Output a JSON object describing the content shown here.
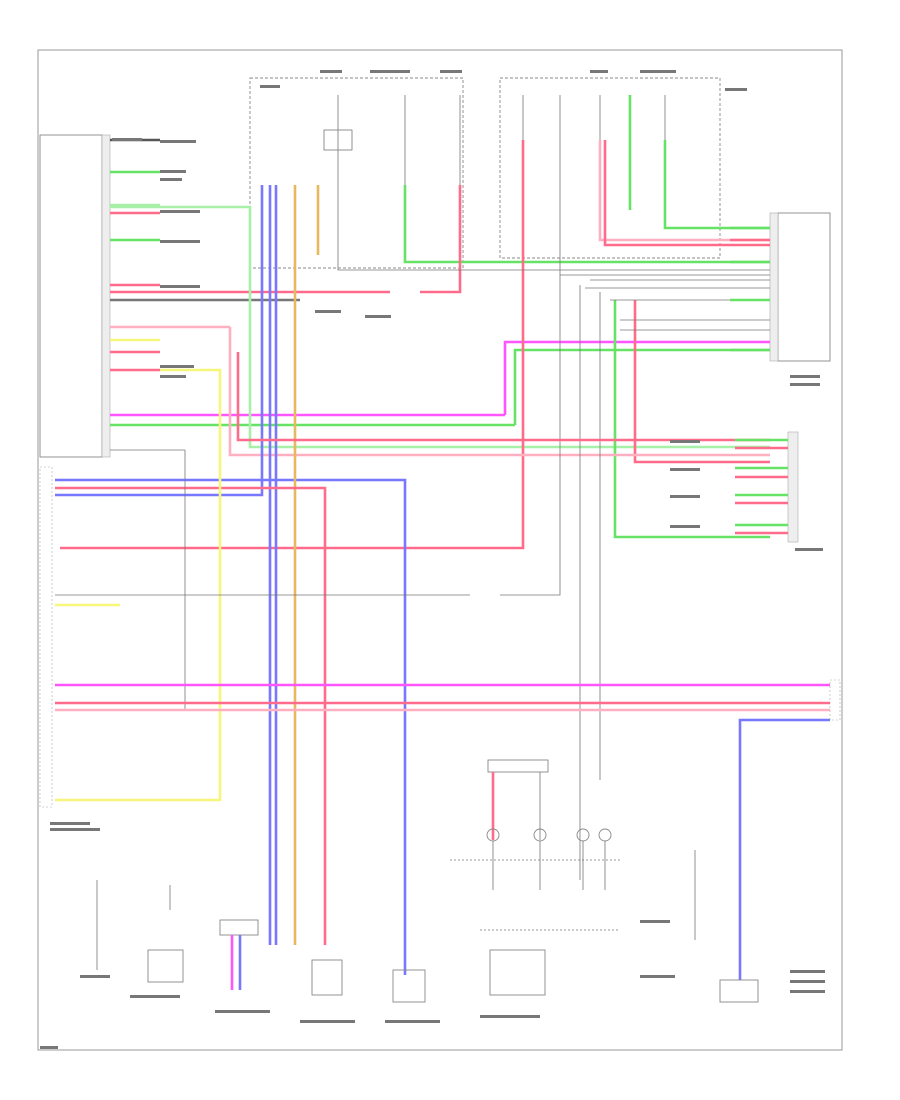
{
  "diagram": {
    "footer_code": "",
    "connectors_title": "",
    "colors": {
      "red": "#ff6b8a",
      "pink": "#ffb0c0",
      "green": "#66e266",
      "lightgreen": "#a8f0a8",
      "blue": "#7777ff",
      "magenta": "#ff55ff",
      "orange": "#e8b860",
      "yellow": "#f6f67a",
      "gray": "#999999",
      "dark": "#555555"
    },
    "components": [
      {
        "id": "left-module-top",
        "label": ""
      },
      {
        "id": "junction-top-left",
        "label": ""
      },
      {
        "id": "fuse-block-top",
        "label": ""
      },
      {
        "id": "fuse-block-top-right",
        "label": ""
      },
      {
        "id": "right-module",
        "label": ""
      },
      {
        "id": "cluster-assembly",
        "label": ""
      },
      {
        "id": "left-connector-strip",
        "label": ""
      },
      {
        "id": "bottom-left-component-1",
        "label": ""
      },
      {
        "id": "bottom-left-component-2",
        "label": ""
      },
      {
        "id": "bottom-component-3",
        "label": ""
      },
      {
        "id": "bottom-component-4",
        "label": ""
      },
      {
        "id": "bottom-component-5",
        "label": ""
      },
      {
        "id": "bottom-component-6",
        "label": ""
      },
      {
        "id": "bottom-component-7",
        "label": ""
      },
      {
        "id": "bottom-right-component",
        "label": ""
      }
    ]
  }
}
